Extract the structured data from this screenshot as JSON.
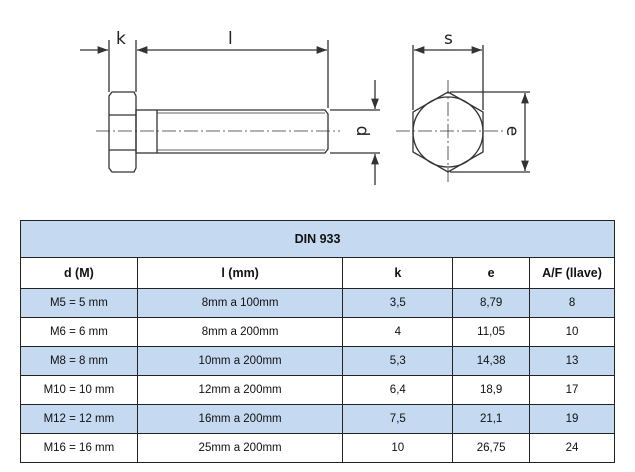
{
  "drawing": {
    "labels": {
      "k": "k",
      "l": "l",
      "d": "d",
      "s": "s",
      "e": "e"
    }
  },
  "table": {
    "title": "DIN 933",
    "headers": [
      "d (M)",
      "l (mm)",
      "k",
      "e",
      "A/F (llave)"
    ],
    "rows": [
      [
        "M5 = 5 mm",
        "8mm a 100mm",
        "3,5",
        "8,79",
        "8"
      ],
      [
        "M6 = 6 mm",
        "8mm a 200mm",
        "4",
        "11,05",
        "10"
      ],
      [
        "M8 = 8 mm",
        "10mm a 200mm",
        "5,3",
        "14,38",
        "13"
      ],
      [
        "M10 = 10 mm",
        "12mm a 200mm",
        "6,4",
        "18,9",
        "17"
      ],
      [
        "M12 = 12 mm",
        "16mm a 200mm",
        "7,5",
        "21,1",
        "19"
      ],
      [
        "M16 = 16 mm",
        "25mm a 200mm",
        "10",
        "26,75",
        "24"
      ]
    ]
  }
}
